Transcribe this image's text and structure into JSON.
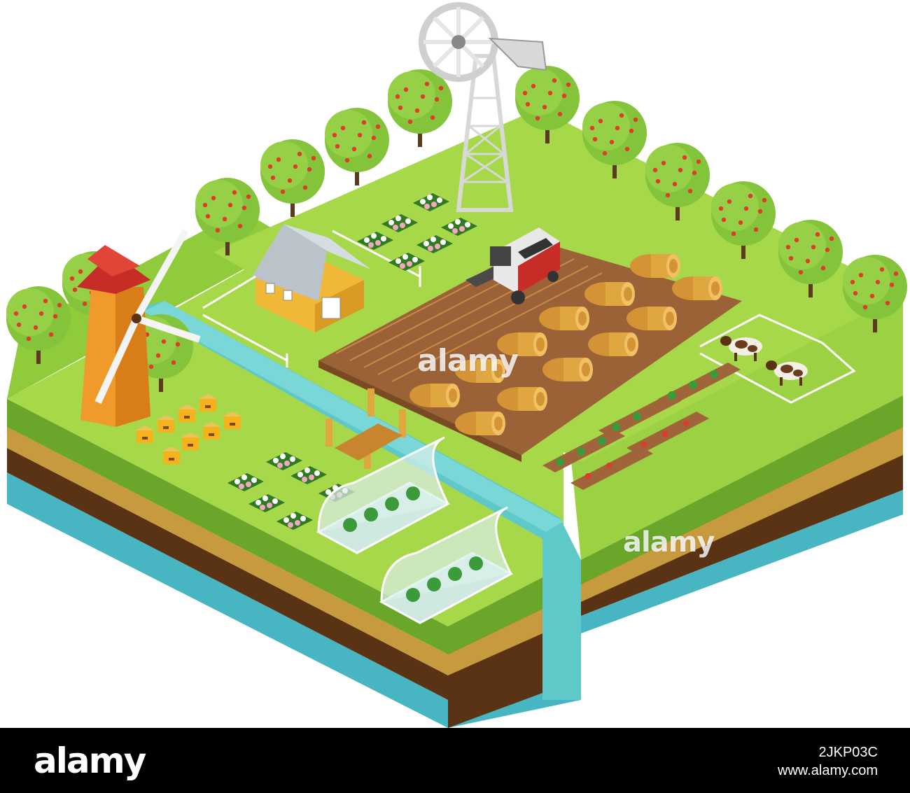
{
  "watermark": {
    "text": "alamy"
  },
  "stock_bar": {
    "logo": "alamy",
    "image_id": "2JKP03C",
    "site": "www.alamy.com"
  },
  "scene": {
    "description_icons": [
      "windmill-icon",
      "wind-pump-icon",
      "farmhouse-icon",
      "harvester-icon",
      "greenhouse-icon",
      "beehive-icon",
      "cow-icon",
      "apple-tree-icon"
    ],
    "colors": {
      "grass": "#8fcb3b",
      "grass_light": "#a7d84a",
      "grass_side": "#6aa62a",
      "soil_field": "#9a6236",
      "river": "#5fc9c9",
      "water_base": "#48b5c2",
      "layer_tan": "#c79a3e",
      "layer_brown": "#5a3214",
      "hay": "#e0a640",
      "tree_leaf": "#84c43a",
      "apple": "#e03a2a"
    }
  }
}
